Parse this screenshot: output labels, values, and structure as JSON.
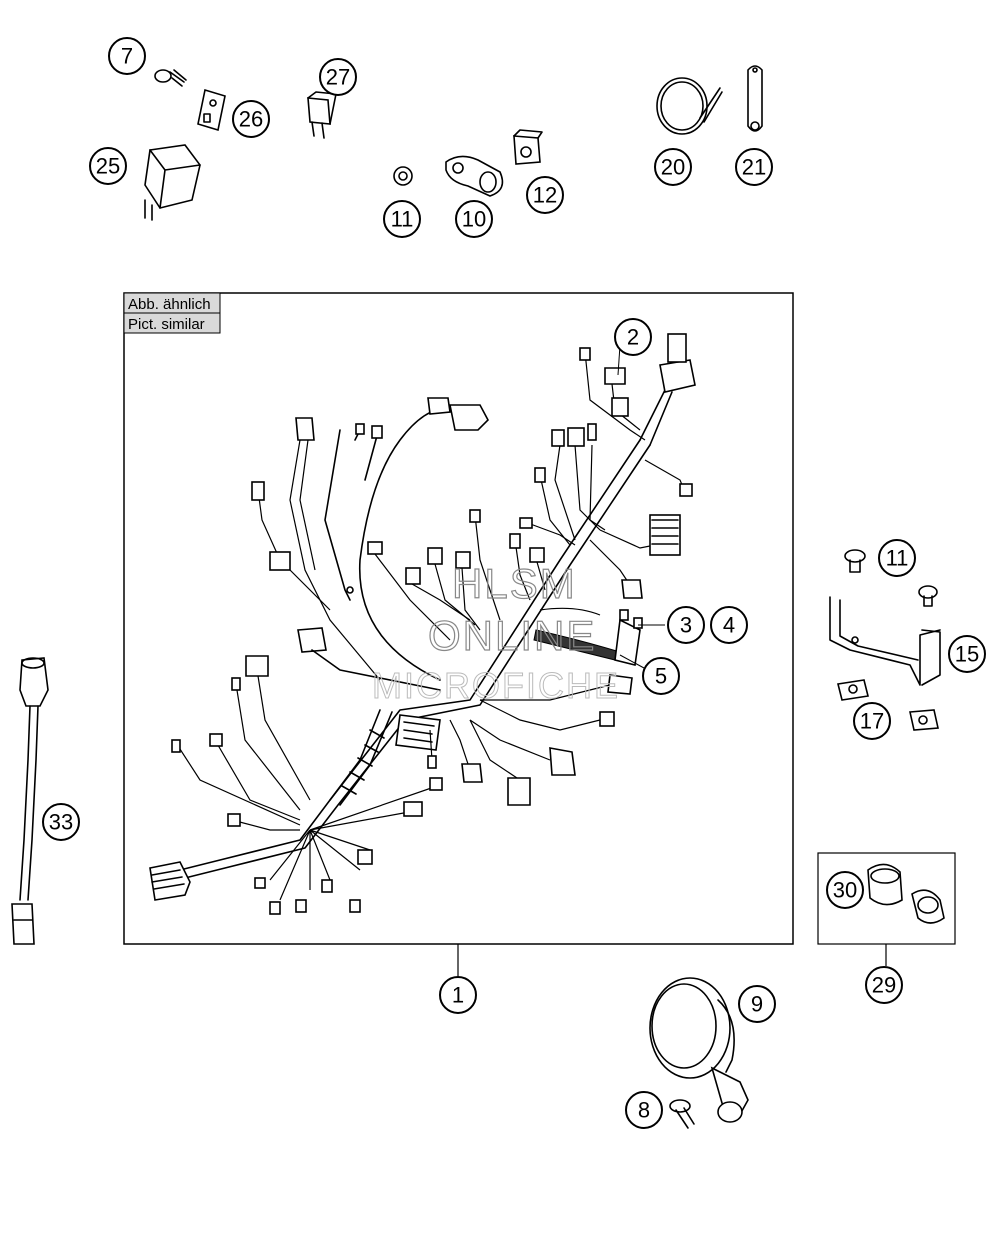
{
  "box_labels": {
    "german": "Abb. ähnlich",
    "english": "Pict. similar"
  },
  "watermark": {
    "line1": "HLSM",
    "line2": "ONLINE",
    "line3": "MICROFICHE"
  },
  "callouts": {
    "c7": "7",
    "c26": "26",
    "c25": "25",
    "c27": "27",
    "c11a": "11",
    "c10": "10",
    "c12": "12",
    "c20": "20",
    "c21": "21",
    "c2": "2",
    "c3": "3",
    "c4": "4",
    "c5": "5",
    "c11b": "11",
    "c15": "15",
    "c17": "17",
    "c33": "33",
    "c30": "30",
    "c29": "29",
    "c1": "1",
    "c9": "9",
    "c8": "8"
  }
}
